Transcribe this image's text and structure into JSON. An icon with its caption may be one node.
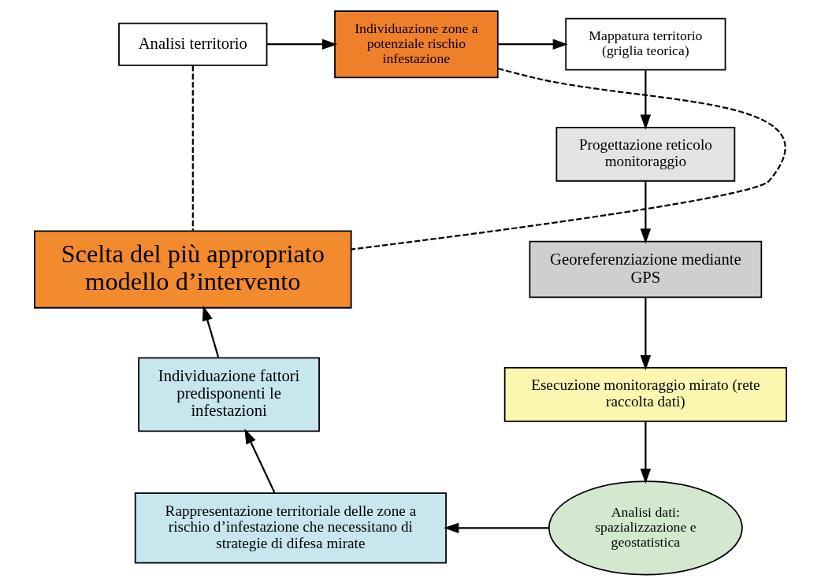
{
  "diagram": {
    "nodes": [
      {
        "text": [
          "Analisi territorio"
        ]
      },
      {
        "text": [
          "Individuazione zone a potenziale rischio infestazione"
        ]
      },
      {
        "text": [
          "Mappatura territorio (griglia teorica)"
        ]
      },
      {
        "text": [
          "Progettazione reticolo monitoraggio"
        ]
      },
      {
        "text": [
          "Georeferenziazione mediante GPS"
        ]
      },
      {
        "text": [
          "Esecuzione monitoraggio mirato (rete raccolta dati)"
        ]
      },
      {
        "text": [
          "Analisi dati: spazializzazione e geostatistica"
        ]
      },
      {
        "text": [
          "Rappresentazione territoriale delle zone a rischio d’infestazione che necessitano di strategie di difesa mirate"
        ]
      },
      {
        "text": [
          "Individuazione fattori predisponenti le infestazioni"
        ]
      },
      {
        "text": [
          "Scelta del più appropriato modello d’intervento"
        ]
      }
    ],
    "edges": [
      {
        "from": 0,
        "to": 1,
        "arrow": "to"
      },
      {
        "from": 1,
        "to": 2,
        "arrow": "to"
      },
      {
        "from": 2,
        "to": 3,
        "arrow": "to"
      },
      {
        "from": 3,
        "to": 4,
        "arrow": "to"
      },
      {
        "from": 4,
        "to": 5,
        "arrow": "to"
      },
      {
        "from": 5,
        "to": 6,
        "arrow": "to"
      },
      {
        "from": 6,
        "to": 7,
        "arrow": "to"
      },
      {
        "from": 7,
        "to": 8,
        "arrow": "to"
      },
      {
        "from": 8,
        "to": 9,
        "arrow": "to"
      },
      {
        "from": 0,
        "to": 9,
        "arrow": "none",
        "style": "dashed"
      },
      {
        "from": 1,
        "to": 9,
        "arrow": "none",
        "style": "dashed"
      }
    ]
  }
}
